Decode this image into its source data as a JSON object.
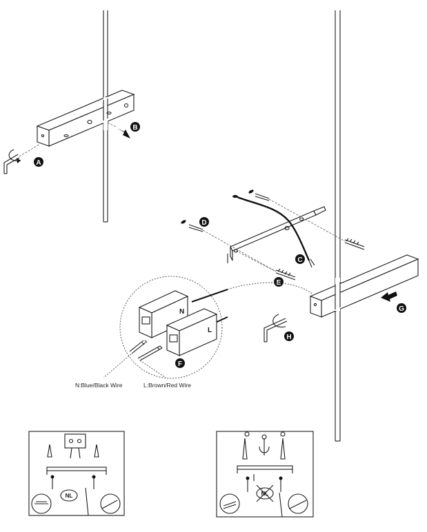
{
  "steps": {
    "a": "A",
    "b": "B",
    "c": "C",
    "d": "D",
    "e": "E",
    "f": "F",
    "g": "G",
    "h": "H"
  },
  "terminal": {
    "n": "N",
    "l": "L"
  },
  "wires": {
    "neutral": "N:Blue/Black Wire",
    "live": "L:Brown/Red Wire"
  },
  "panel_right": {
    "badge": "NL"
  },
  "panel_left": {
    "badge": "NL"
  },
  "icons": [
    "allen-key-icon",
    "rotate-arrow-icon",
    "screw-icon",
    "wall-plug-icon",
    "screwdriver-icon",
    "drill-icon"
  ]
}
